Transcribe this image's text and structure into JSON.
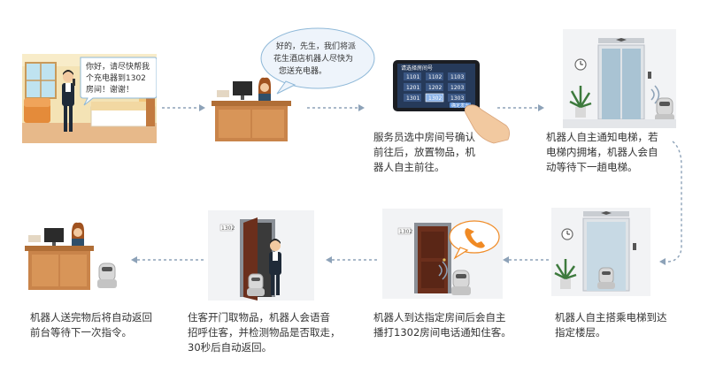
{
  "steps": [
    {
      "id": "guest-call",
      "speech": [
        "你好，请尽快帮我",
        "个充电器到1302",
        "房间！谢谢！"
      ]
    },
    {
      "id": "front-desk",
      "speech": [
        "好的，先生，我们将派",
        "花生酒店机器人尽快为",
        "您送充电器。"
      ]
    },
    {
      "id": "select-room",
      "tablet": {
        "title": "请选择房间号",
        "rooms": [
          [
            "1101",
            "1102",
            "1103"
          ],
          [
            "1201",
            "1202",
            "1203"
          ],
          [
            "1301",
            "1302",
            "1303"
          ]
        ],
        "selected": "1302",
        "confirm": "确定发出"
      },
      "caption": [
        "服务员选中房间号确认",
        "前往后，放置物品，机",
        "器人自主前往。"
      ]
    },
    {
      "id": "call-elevator",
      "caption": [
        "机器人自主通知电梯，若",
        "电梯内拥堵，机器人会自",
        "动等待下一趟电梯。"
      ]
    },
    {
      "id": "ride-elevator",
      "caption": [
        "机器人自主搭乘电梯到达",
        "指定楼层。"
      ]
    },
    {
      "id": "phone-guest",
      "door_number": "1302",
      "caption": [
        "机器人到达指定房间后会自主",
        "播打1302房间电话通知住客。"
      ]
    },
    {
      "id": "guest-pickup",
      "door_number": "1302",
      "caption": [
        "住客开门取物品，机器人会语音",
        "招呼住客，并检测物品是否取走，",
        "30秒后自动返回。"
      ]
    },
    {
      "id": "return-desk",
      "caption": [
        "机器人送完物后将自动返回",
        "前台等待下一次指令。"
      ]
    }
  ],
  "colors": {
    "arrow": "#8da2b8",
    "wall": "#f2f3f5",
    "desk": "#c9844a",
    "elevator": "#a9c3d3",
    "door": "#6b2f1c",
    "phone": "#f08a24",
    "robot": "#d8d8d8"
  }
}
